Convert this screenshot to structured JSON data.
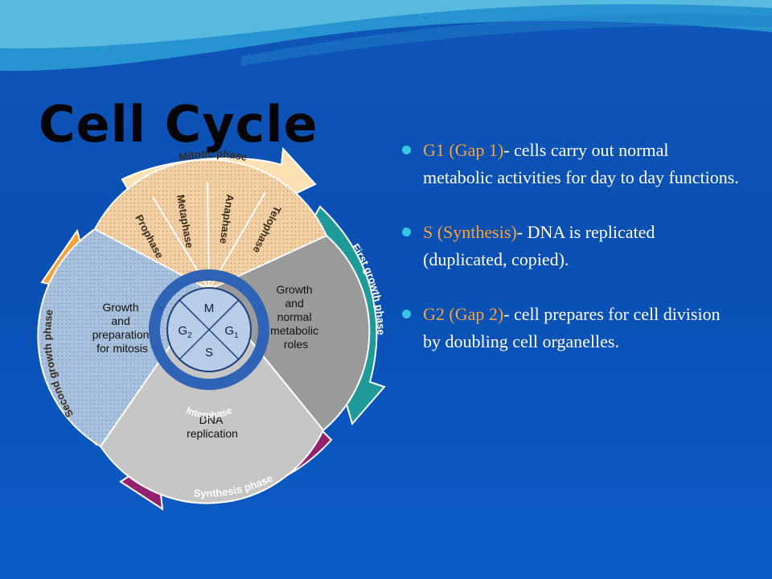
{
  "slide": {
    "title": "Cell Cycle",
    "bullets": [
      {
        "term": "G1 (Gap 1)",
        "text": "- cells carry out normal metabolic activities for day to day functions."
      },
      {
        "term": "S (Synthesis)",
        "text": "- DNA is replicated (duplicated, copied)."
      },
      {
        "term": "G2 (Gap 2)",
        "text": "- cell prepares for cell division by doubling cell organelles."
      }
    ]
  },
  "diagram": {
    "outer_arrows": {
      "mitotic": "Mitotic phase",
      "first_growth": "First growth phase",
      "synthesis": "Synthesis phase",
      "second_growth": "Second growth phase"
    },
    "mitosis_stages": [
      "Prophase",
      "Metaphase",
      "Anaphase",
      "Telophase"
    ],
    "sector_labels": {
      "g1_lines": [
        "Growth",
        "and",
        "normal",
        "metabolic",
        "roles"
      ],
      "s_lines": [
        "DNA",
        "replication"
      ],
      "g2_lines": [
        "Growth",
        "and",
        "preparation",
        "for mitosis"
      ]
    },
    "center": {
      "m": "M",
      "g1": "G",
      "g1_sub": "1",
      "s": "S",
      "g2": "G",
      "g2_sub": "2",
      "ring": "Interphase"
    },
    "colors": {
      "mitotic_arrow": "#fde1b4",
      "first_growth_arrow": "#1e9b98",
      "synthesis_arrow": "#94216f",
      "second_growth_arrow": "#f6a23a",
      "mitosis_sector": "#f3cfa2",
      "g1_sector": "#9a9a9a",
      "s_sector": "#c6c6c6",
      "g2_sector": "#a7c1df",
      "center_fill": "#b9cde8",
      "ring": "#2f63b6"
    }
  }
}
